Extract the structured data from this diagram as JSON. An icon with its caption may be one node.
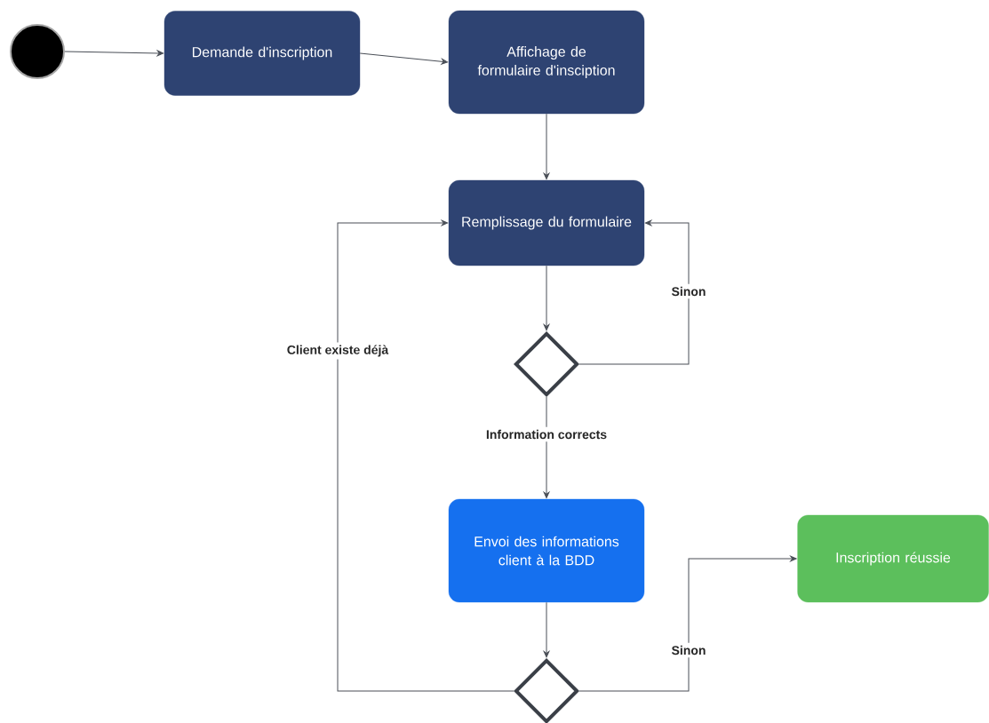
{
  "diagram": {
    "nodes": [
      {
        "text": [],
        "shape": "circle"
      },
      {
        "text": [
          "Demande d'inscription"
        ]
      },
      {
        "text": [
          "Affichage de formulaire d'insciption"
        ]
      },
      {
        "text": [
          "Remplissage du formulaire"
        ]
      },
      {
        "text": [],
        "shape": "diamond"
      },
      {
        "text": [
          "Envoi des informations client à la BDD"
        ]
      },
      {
        "text": [
          "Inscription réussie"
        ]
      },
      {
        "text": [],
        "shape": "diamond"
      }
    ],
    "edges": [
      {
        "from": 0,
        "to": 1,
        "arrow": "to"
      },
      {
        "from": 1,
        "to": 2,
        "arrow": "to"
      },
      {
        "from": 2,
        "to": 3,
        "arrow": "to"
      },
      {
        "from": 3,
        "to": 4,
        "arrow": "to"
      },
      {
        "from": 4,
        "to": 3,
        "arrow": "to",
        "label": "Sinon"
      },
      {
        "from": 4,
        "to": 5,
        "arrow": "to",
        "label": "Information corrects"
      },
      {
        "from": 5,
        "to": 7,
        "arrow": "to"
      },
      {
        "from": 7,
        "to": 3,
        "arrow": "to",
        "label": "Client existe déjà"
      },
      {
        "from": 7,
        "to": 6,
        "arrow": "to",
        "label": "Sinon"
      }
    ]
  }
}
